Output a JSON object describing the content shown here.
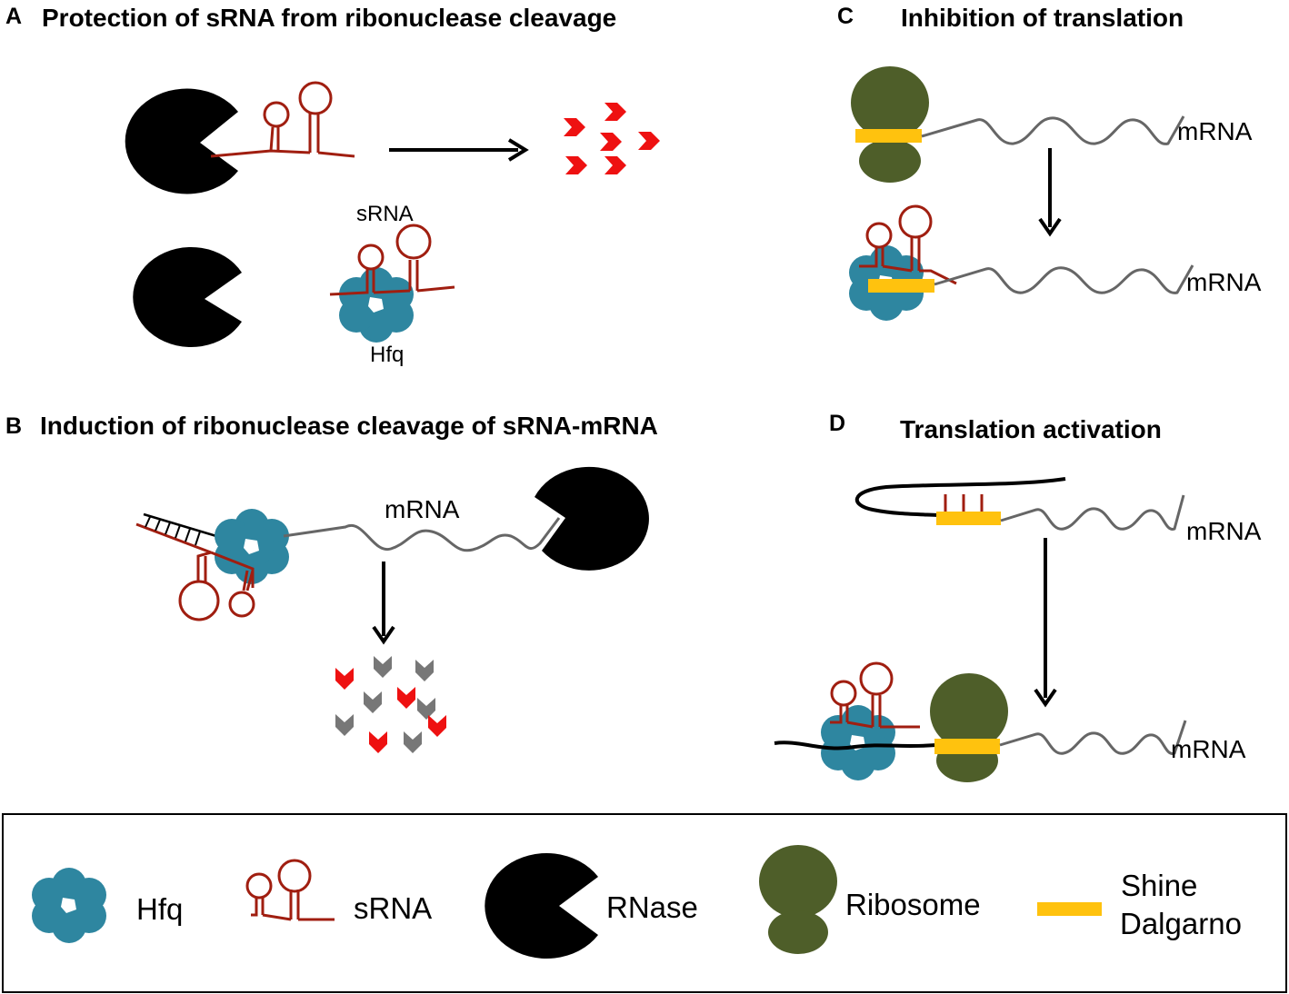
{
  "colors": {
    "hfq": "#2e86a0",
    "srna": "#a01e10",
    "rnase": "#000000",
    "ribosome": "#4e5e29",
    "shine_dalgarno": "#ffc20e",
    "fragment_red": "#ee1111",
    "fragment_gray": "#777777",
    "mrna": "#666666"
  },
  "panels": {
    "a": {
      "letter": "A",
      "title": "Protection of sRNA from ribonuclease cleavage",
      "srna_label": "sRNA",
      "hfq_label": "Hfq"
    },
    "b": {
      "letter": "B",
      "title": "Induction of ribonuclease cleavage of sRNA-mRNA",
      "mrna_label": "mRNA"
    },
    "c": {
      "letter": "C",
      "title": "Inhibition of translation",
      "mrna_label_top": "mRNA",
      "mrna_label_bottom": "mRNA"
    },
    "d": {
      "letter": "D",
      "title": "Translation activation",
      "mrna_label_top": "mRNA",
      "mrna_label_bottom": "mRNA"
    }
  },
  "legend": {
    "hfq": "Hfq",
    "srna": "sRNA",
    "rnase": "RNase",
    "ribosome": "Ribosome",
    "sd_line1": "Shine",
    "sd_line2": "Dalgarno"
  }
}
